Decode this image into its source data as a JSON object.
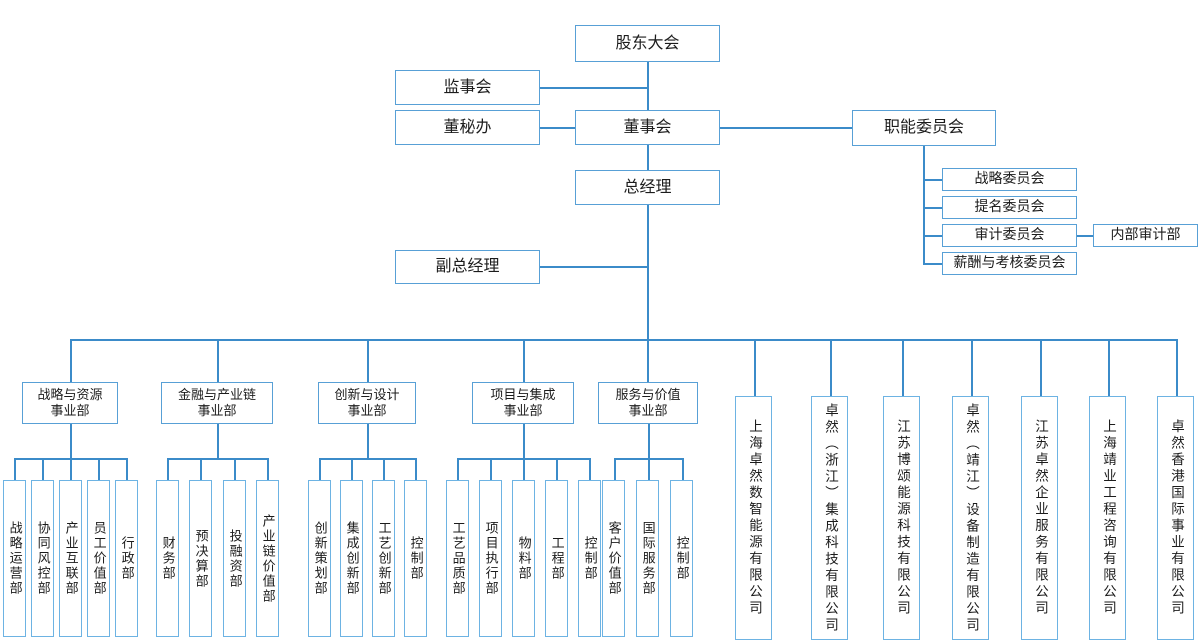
{
  "title": "公司组织架构图",
  "colors": {
    "connector_line": "#3b8bc9",
    "box_border": "#58a0d6",
    "sub_box_border": "#6db3e3",
    "text": "#1c1c1c",
    "background": "#ffffff"
  },
  "nodes": {
    "shareholders": "股东大会",
    "supervisory_board": "监事会",
    "board_secretary_office": "董秘办",
    "board_of_directors": "董事会",
    "functional_committees": "职能委员会",
    "general_manager": "总经理",
    "deputy_general_manager": "副总经理",
    "internal_audit": "内部审计部"
  },
  "committees": [
    "战略委员会",
    "提名委员会",
    "审计委员会",
    "薪酬与考核委员会"
  ],
  "divisions": [
    {
      "name": "战略与资源事业部",
      "line1": "战略与资源",
      "line2": "事业部",
      "departments": [
        "战略运营部",
        "协同风控部",
        "产业互联部",
        "员工价值部",
        "行政部"
      ]
    },
    {
      "name": "金融与产业链事业部",
      "line1": "金融与产业链",
      "line2": "事业部",
      "departments": [
        "财务部",
        "预决算部",
        "投融资部",
        "产业链价值部"
      ]
    },
    {
      "name": "创新与设计事业部",
      "line1": "创新与设计",
      "line2": "事业部",
      "departments": [
        "创新策划部",
        "集成创新部",
        "工艺创新部",
        "控制部"
      ]
    },
    {
      "name": "项目与集成事业部",
      "line1": "项目与集成",
      "line2": "事业部",
      "departments": [
        "工艺品质部",
        "项目执行部",
        "物料部",
        "工程部",
        "控制部"
      ]
    },
    {
      "name": "服务与价值事业部",
      "line1": "服务与价值",
      "line2": "事业部",
      "departments": [
        "客户价值部",
        "国际服务部",
        "控制部"
      ]
    }
  ],
  "subsidiaries": [
    "上海卓然数智能源有限公司",
    "卓然（浙江）集成科技有限公司",
    "江苏博颂能源科技有限公司",
    "卓然（靖江）设备制造有限公司",
    "江苏卓然企业服务有限公司",
    "上海靖业工程咨询有限公司",
    "卓然香港国际事业有限公司"
  ]
}
